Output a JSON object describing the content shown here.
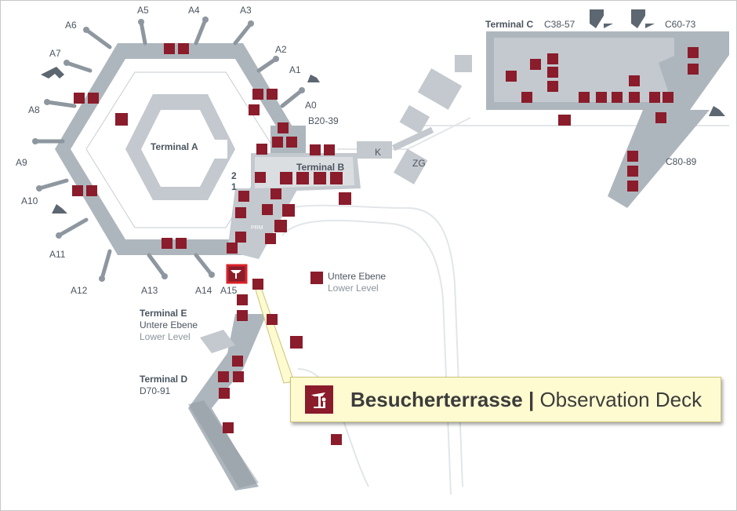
{
  "terminals": {
    "a": "Terminal A",
    "b": "Terminal B",
    "c": "Terminal C",
    "d": "Terminal D",
    "e": "Terminal E"
  },
  "gates": {
    "a": [
      "A1",
      "A2",
      "A3",
      "A4",
      "A5",
      "A6",
      "A7",
      "A8",
      "A9",
      "A10",
      "A11",
      "A12",
      "A13",
      "A14",
      "A15",
      "A0"
    ],
    "b": "B20-39",
    "c1": "C38-57",
    "c2": "C60-73",
    "c3": "C80-89",
    "d": "D70-91"
  },
  "areas": {
    "k": "K",
    "zg": "ZG",
    "floor_2": "2",
    "floor_1": "1",
    "prm": "PRM"
  },
  "levels": {
    "lower_de": "Untere Ebene",
    "lower_en": "Lower Level"
  },
  "callout": {
    "title_de": "Besucherterrasse",
    "separator": "|",
    "title_en": "Observation Deck"
  },
  "colors": {
    "building": "#aeb6bd",
    "building_dark": "#8e979f",
    "icon": "#8a1c2b",
    "highlight": "#d8232a",
    "callout_bg": "#fffbd0",
    "road": "#dfe3e6"
  },
  "icons": [
    "shop-icon",
    "cafe-icon",
    "info-icon",
    "wheelchair-icon",
    "toilet-icon",
    "parking-icon",
    "bus-icon",
    "train-icon",
    "first-aid-icon",
    "airplane-icon",
    "observation-deck-icon",
    "lost-property-icon",
    "currency-icon"
  ]
}
